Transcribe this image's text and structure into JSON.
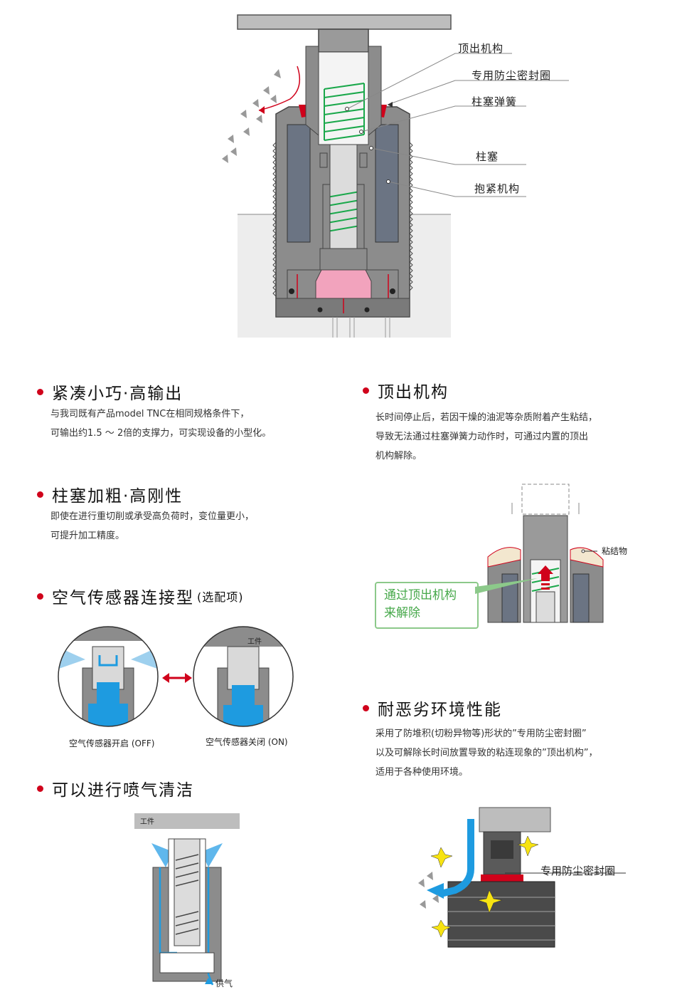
{
  "main_diagram": {
    "labels": [
      {
        "text": "顶出机构"
      },
      {
        "text": "专用防尘密封圈"
      },
      {
        "text": "柱塞弹簧"
      },
      {
        "text": "柱塞"
      },
      {
        "text": "抱紧机构"
      }
    ]
  },
  "features": [
    {
      "title": "紧凑小巧·高输出",
      "lines": [
        "与我司既有产品model TNC在相同规格条件下，",
        "可输出约1.5 ～ 2倍的支撑力，可实现设备的小型化。"
      ]
    },
    {
      "title": "柱塞加粗·高刚性",
      "lines": [
        "即使在进行重切削或承受高负荷时，变位量更小，",
        "可提升加工精度。"
      ]
    },
    {
      "title": "空气传感器连接型",
      "suffix": "(选配项)"
    },
    {
      "title": "可以进行喷气清洁"
    },
    {
      "title": "顶出机构",
      "lines": [
        "长时间停止后，若因干燥的油泥等杂质附着产生粘结，",
        "导致无法通过柱塞弹簧力动作时，可通过内置的顶出",
        "机构解除。"
      ]
    },
    {
      "title": "耐恶劣环境性能",
      "lines": [
        "采用了防堆积(切粉异物等)形状的”专用防尘密封圈”",
        "以及可解除长时间放置导致的粘连现象的”顶出机构”，",
        "适用于各种使用环境。"
      ]
    }
  ],
  "sensor_diagram": {
    "workpiece_label": "工件",
    "left_caption": "空气传感器开启 (OFF)",
    "right_caption": "空气传感器关闭 (ON)"
  },
  "blow_diagram": {
    "workpiece_label": "工件",
    "supply_label": "供气"
  },
  "ejection_diagram": {
    "adhesion_label": "粘结物",
    "release_text_line1": "通过顶出机构",
    "release_text_line2": "来解除"
  },
  "environment_diagram": {
    "seal_label": "专用防尘密封圈"
  },
  "colors": {
    "accent_red": "#d0021b",
    "spring_green": "#1aa84b",
    "air_blue": "#1e9be0",
    "pink": "#f2a3bd",
    "body_gray": "#8c8c8c",
    "dark_gray": "#595959"
  }
}
